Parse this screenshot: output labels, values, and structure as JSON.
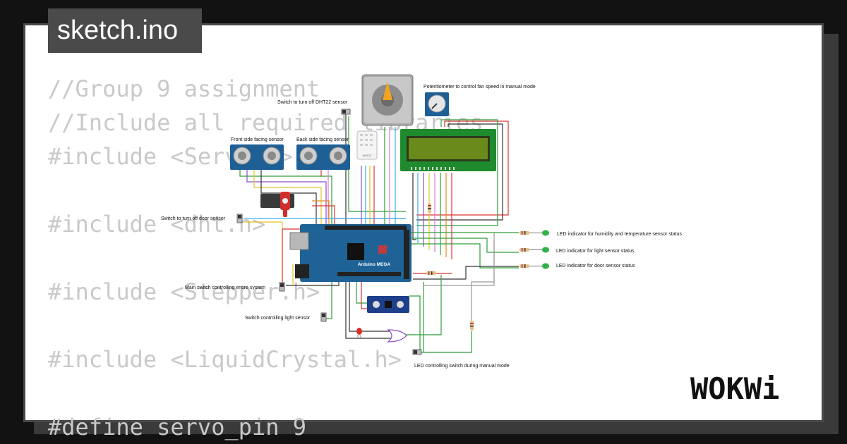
{
  "header": {
    "filename": "sketch.ino"
  },
  "code_lines": [
    "//Group 9 assignment",
    "//Include all required libraries",
    "#include <Servo.h>",
    "",
    "#include <dht.h>",
    "",
    "#include <Stepper.h>",
    "",
    "#include <LiquidCrystal.h>",
    "",
    "#define servo_pin 9"
  ],
  "labels": {
    "dht_switch": "Switch to turn off DHT22 sensor",
    "potentiometer": "Potentiometer to control fan speed in manual mode",
    "front_sensor": "Front side facing sensor",
    "back_sensor": "Back side facing sensor",
    "door_switch": "Switch to turn off door sensor",
    "led_humidity": "LED indicator for humidity and temperature sensor status",
    "led_light": "LED indicator for light sensor status",
    "led_door": "LED indicator for door sensor status",
    "main_switch": "Main switch controlling entire system",
    "light_switch": "Switch controlling light sensor",
    "led_manual": "LED controlling switch during manual mode"
  },
  "components": {
    "board": "Arduino MEGA",
    "dht_chip": "DHT22"
  },
  "logo": {
    "text": "WOKWi"
  },
  "colors": {
    "page_bg": "#121212",
    "card_bg": "#ffffff",
    "tab_bg": "#4a4a4a",
    "code_text": "#c9c9c9",
    "board_blue": "#1f6396",
    "lcd_green": "#1f8a2e",
    "led_green": "#2fb344",
    "led_red": "#d9302b"
  }
}
